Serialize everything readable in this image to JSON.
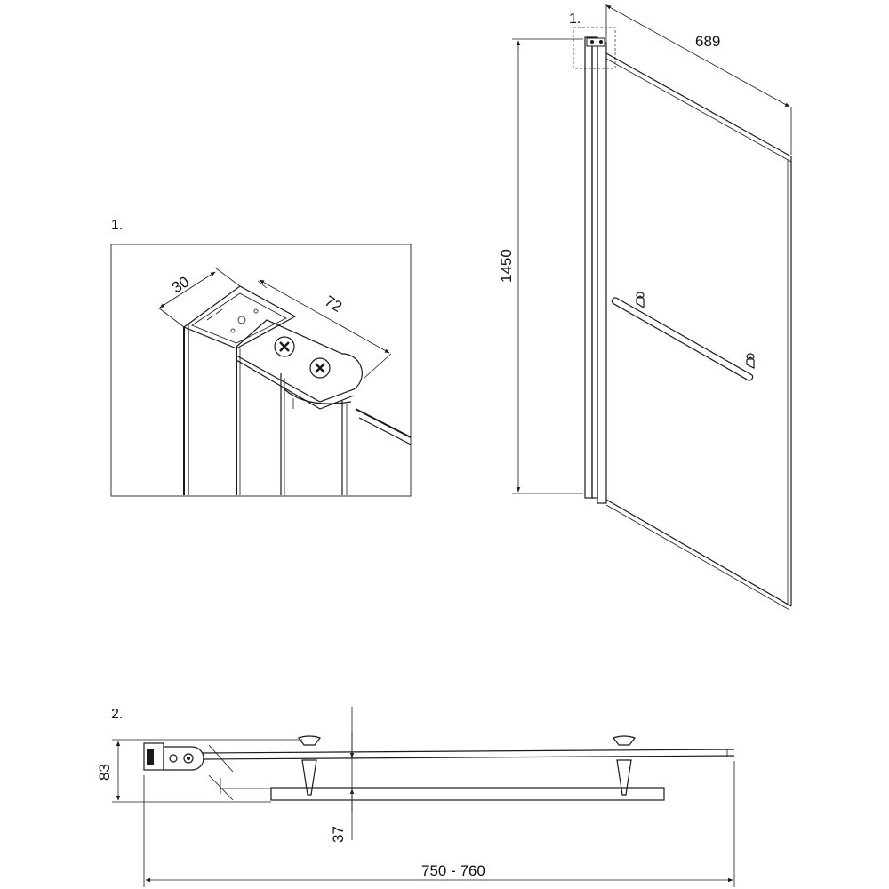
{
  "detail_1": {
    "label": "1.",
    "dim_depth": "30",
    "dim_length": "72"
  },
  "panel": {
    "detail_ref": "1.",
    "dim_width": "689",
    "dim_height": "1450"
  },
  "section_2": {
    "label": "2.",
    "dim_height": "83",
    "dim_offset": "37",
    "dim_total": "750 - 760"
  }
}
